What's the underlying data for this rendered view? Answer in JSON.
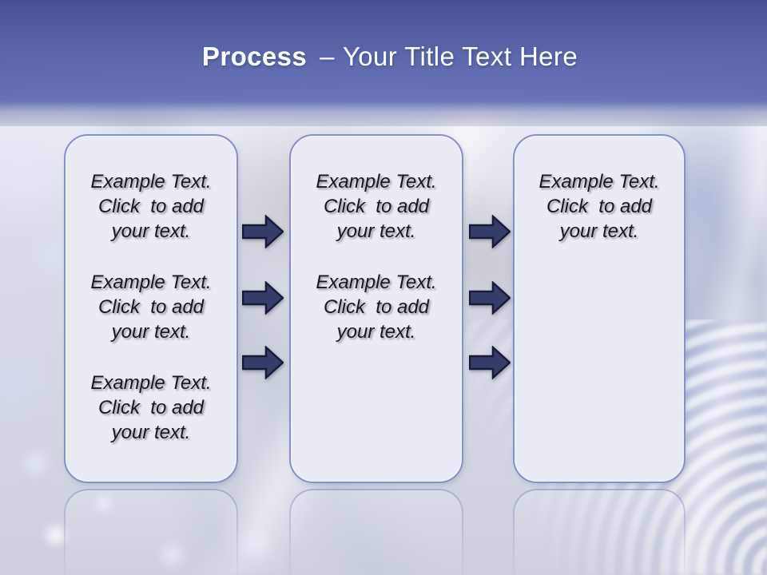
{
  "slide": {
    "title": {
      "keyword": "Process",
      "separator": "–",
      "text": "Your Title Text Here"
    },
    "boxes": [
      {
        "paragraphs": [
          "Example Text.\nClick  to add\nyour text.",
          "Example Text.\nClick  to add\nyour text.",
          "Example Text.\nClick  to add\nyour text."
        ]
      },
      {
        "paragraphs": [
          "Example Text.\nClick  to add\nyour text.",
          "Example Text.\nClick  to add\nyour text."
        ]
      },
      {
        "paragraphs": [
          "Example Text.\nClick  to add\nyour text."
        ]
      }
    ],
    "colors": {
      "header-top": "#47518f",
      "header-bottom": "#6f7cc1",
      "title-color": "#ffffff",
      "box-fill": "#e9ecf5",
      "box-border": "#8392c5",
      "arrow-fill": "#373d6b",
      "arrow-stroke": "#181b36",
      "text": "#17171f"
    }
  }
}
